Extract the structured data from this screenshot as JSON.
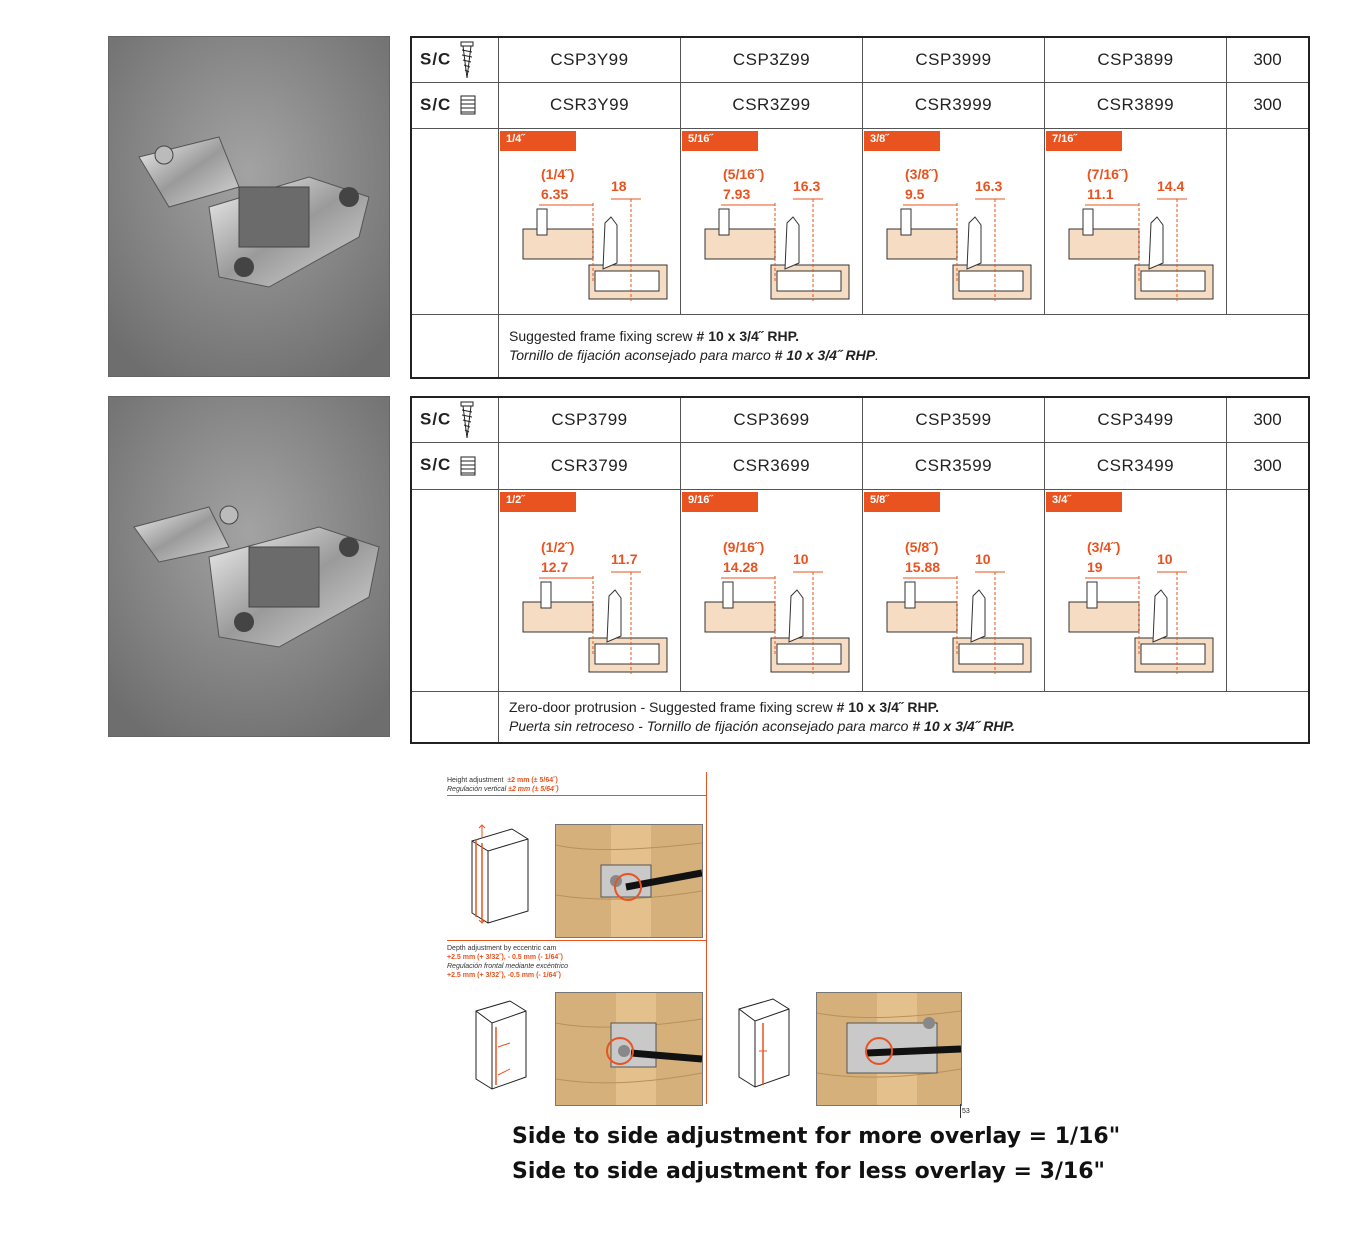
{
  "sets": [
    {
      "screw_row": {
        "label": "S/C",
        "codes": [
          "CSP3Y99",
          "CSP3Z99",
          "CSP3999",
          "CSP3899"
        ],
        "qty": "300"
      },
      "dowel_row": {
        "label": "S/C",
        "codes": [
          "CSR3Y99",
          "CSR3Z99",
          "CSR3999",
          "CSR3899"
        ],
        "qty": "300"
      },
      "diagrams": [
        {
          "badge": "1/4˝",
          "fraction": "(1/4˝)",
          "mm": "6.35",
          "gap": "18"
        },
        {
          "badge": "5/16˝",
          "fraction": "(5/16˝)",
          "mm": "7.93",
          "gap": "16.3"
        },
        {
          "badge": "3/8˝",
          "fraction": "(3/8˝)",
          "mm": "9.5",
          "gap": "16.3"
        },
        {
          "badge": "7/16˝",
          "fraction": "(7/16˝)",
          "mm": "11.1",
          "gap": "14.4"
        }
      ],
      "note_en_prefix": "Suggested frame fixing screw ",
      "note_en_bold": "# 10 x 3/4˝ RHP.",
      "note_es_prefix": "Tornillo de fijación aconsejado para marco ",
      "note_es_bold": "# 10 x 3/4˝ RHP",
      "note_es_suffix": "."
    },
    {
      "screw_row": {
        "label": "S/C",
        "codes": [
          "CSP3799",
          "CSP3699",
          "CSP3599",
          "CSP3499"
        ],
        "qty": "300"
      },
      "dowel_row": {
        "label": "S/C",
        "codes": [
          "CSR3799",
          "CSR3699",
          "CSR3599",
          "CSR3499"
        ],
        "qty": "300"
      },
      "diagrams": [
        {
          "badge": "1/2˝",
          "fraction": "(1/2˝)",
          "mm": "12.7",
          "gap": "11.7"
        },
        {
          "badge": "9/16˝",
          "fraction": "(9/16˝)",
          "mm": "14.28",
          "gap": "10"
        },
        {
          "badge": "5/8˝",
          "fraction": "(5/8˝)",
          "mm": "15.88",
          "gap": "10"
        },
        {
          "badge": "3/4˝",
          "fraction": "(3/4˝)",
          "mm": "19",
          "gap": "10"
        }
      ],
      "note_en_prefix": "Zero-door protrusion - Suggested frame fixing screw ",
      "note_en_bold": "# 10 x 3/4˝ RHP.",
      "note_es_prefix": "Puerta sin retroceso - Tornillo de fijación aconsejado para marco ",
      "note_es_bold": "# 10 x 3/4˝ RHP.",
      "note_es_suffix": ""
    }
  ],
  "adjustment": {
    "height_en": "Height adjustment",
    "height_en_val": "±2 mm (± 5/64˝)",
    "height_es": "Regulación vertical",
    "height_es_val": "±2 mm (± 5/64˝)",
    "depth_en": "Depth adjustment by eccentric cam",
    "depth_en_val": "+2.5 mm (+ 3/32˝), - 0.5 mm (- 1/64˝)",
    "depth_es": "Regulación frontal mediante excéntrico",
    "depth_es_val": "+2.5 mm (+ 3/32˝), -0.5 mm (- 1/64˝)",
    "page_number": "53"
  },
  "footer": {
    "line1": "Side to side adjustment for more overlay = 1/16\"",
    "line2": "Side to side adjustment for less overlay = 3/16\""
  },
  "colors": {
    "accent": "#e8531f",
    "wood": "#f5dcc3"
  }
}
